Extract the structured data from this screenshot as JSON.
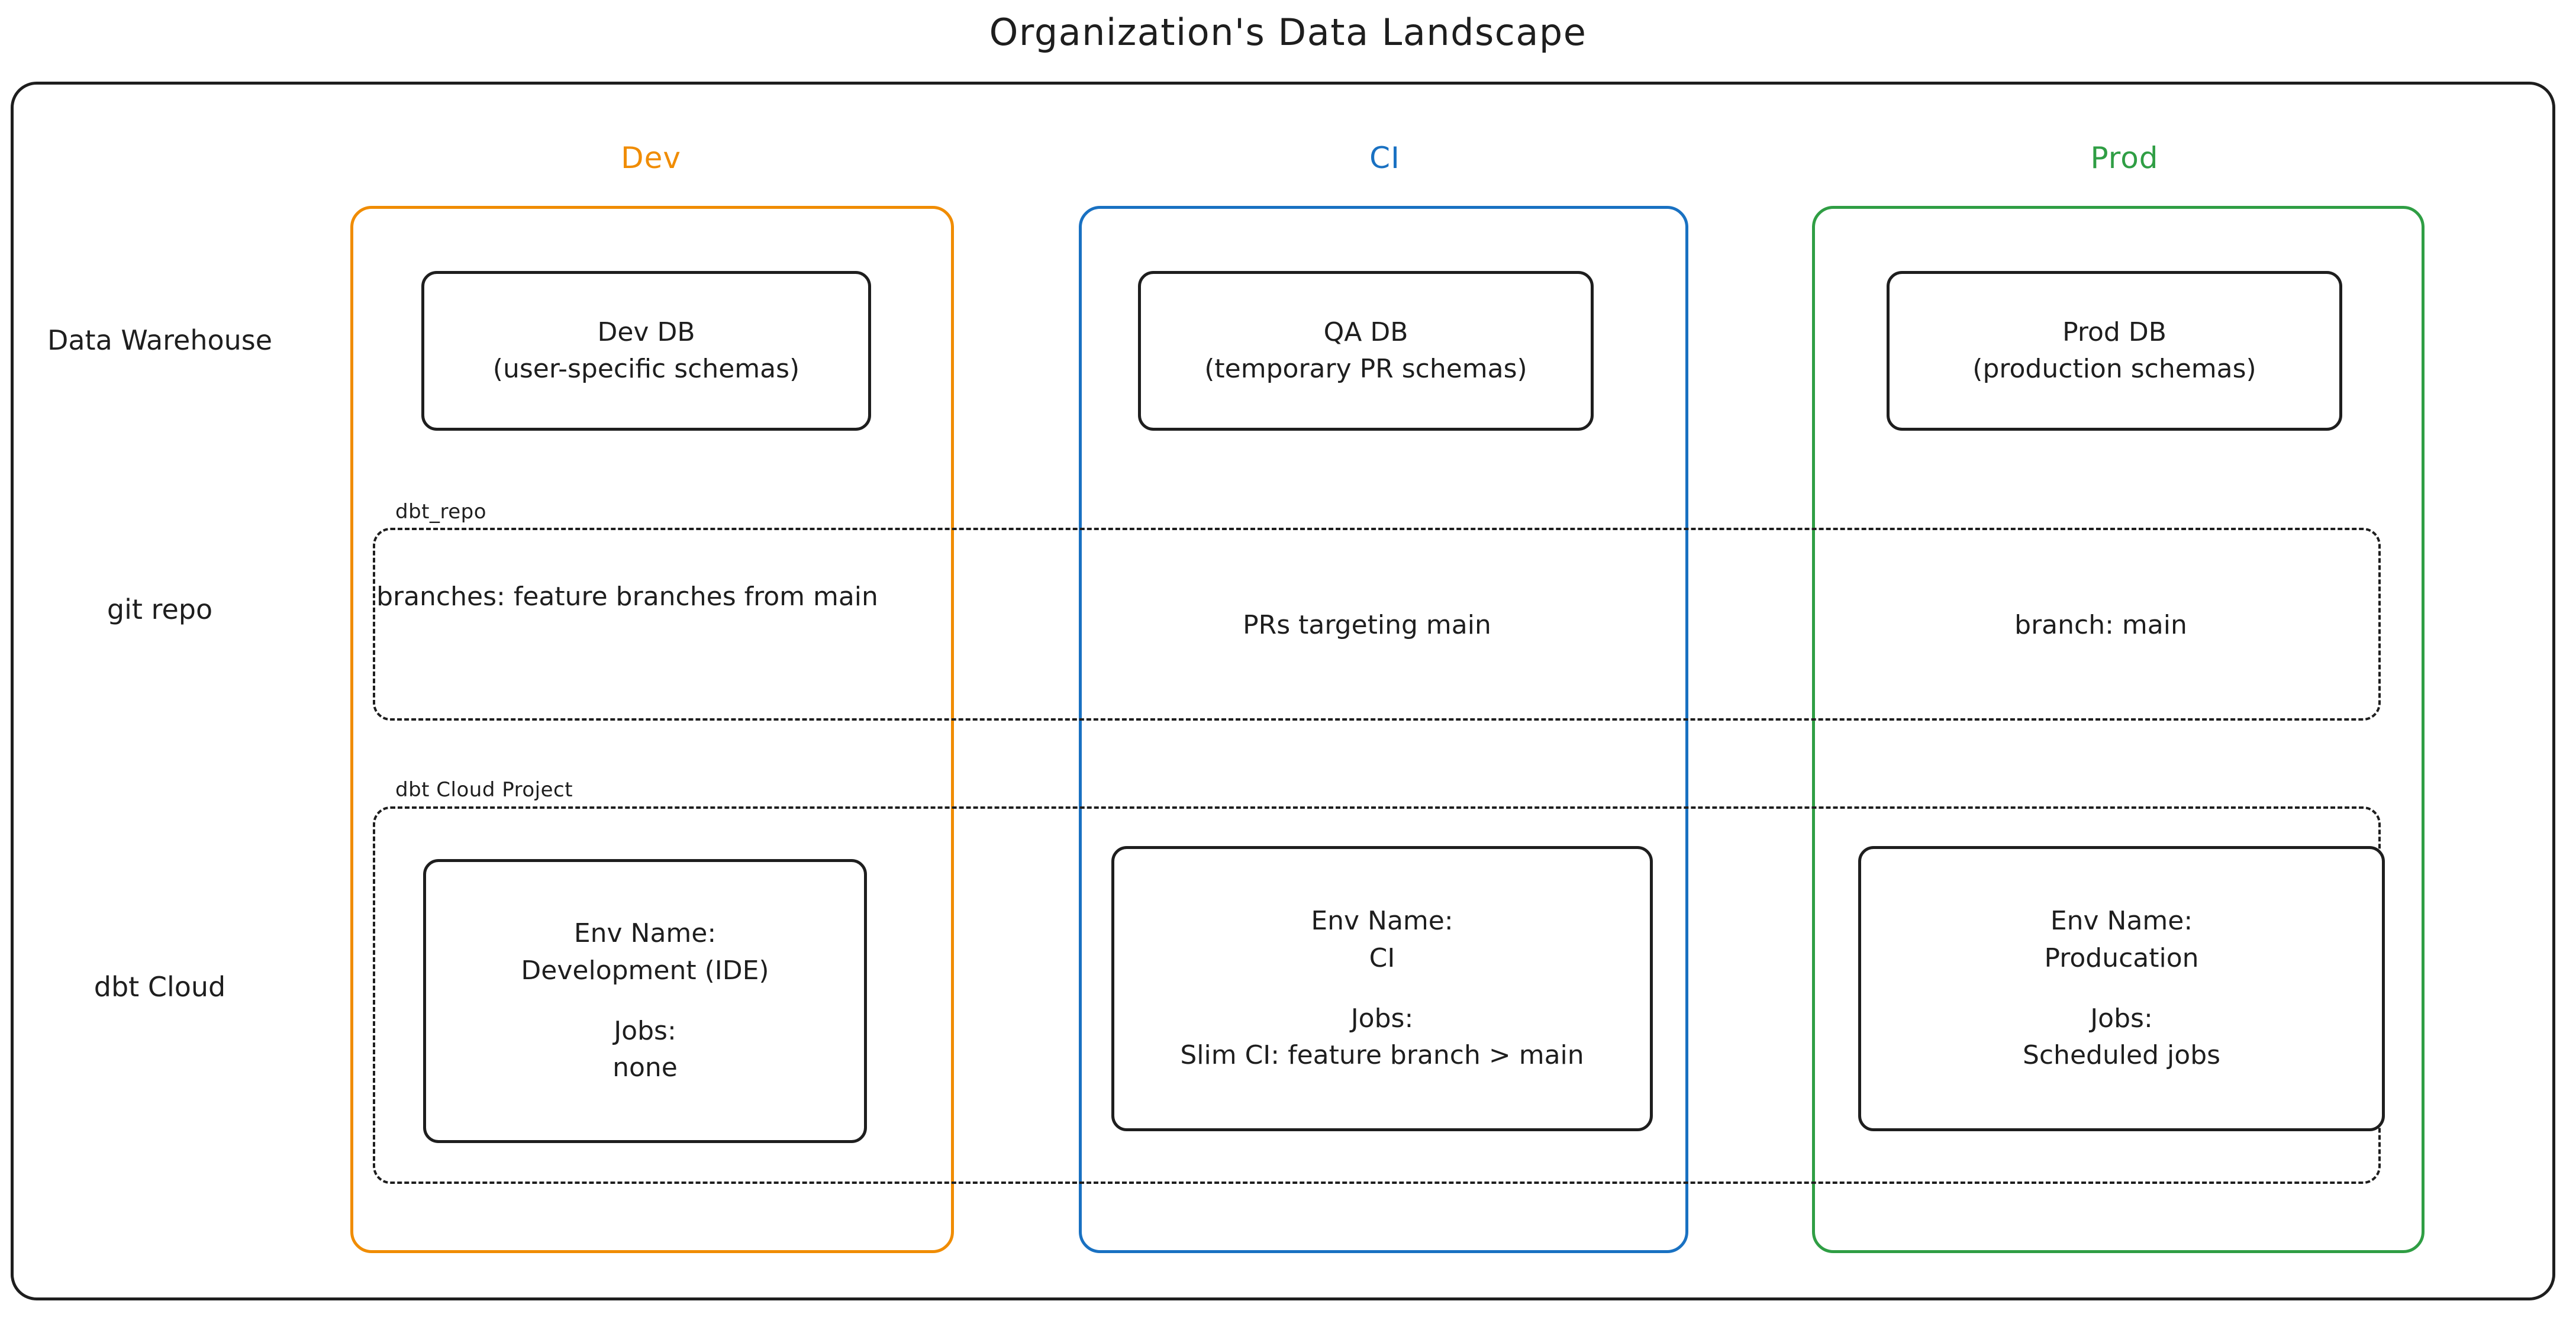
{
  "title": "Organization's Data Landscape",
  "colors": {
    "dev": "#f08c00",
    "ci": "#1971c2",
    "prod": "#2f9e44",
    "ink": "#1e1e1e",
    "background": "#ffffff"
  },
  "columns": [
    {
      "key": "dev",
      "label": "Dev",
      "color": "#f08c00"
    },
    {
      "key": "ci",
      "label": "CI",
      "color": "#1971c2"
    },
    {
      "key": "prod",
      "label": "Prod",
      "color": "#2f9e44"
    }
  ],
  "rows": [
    {
      "key": "data_warehouse",
      "label_line1": "Data",
      "label_line2": "Warehouse"
    },
    {
      "key": "git_repo",
      "label_line1": "git repo",
      "label_line2": ""
    },
    {
      "key": "dbt_cloud",
      "label_line1": "dbt Cloud",
      "label_line2": ""
    }
  ],
  "row_labels": {
    "data_warehouse": "Data\nWarehouse",
    "git_repo": "git repo",
    "dbt_cloud": "dbt Cloud"
  },
  "band_captions": {
    "git_repo": "dbt_repo",
    "dbt_cloud": "dbt Cloud Project"
  },
  "cells": {
    "data_warehouse": {
      "dev": {
        "line1": "Dev DB",
        "line2": "(user-specific schemas)"
      },
      "ci": {
        "line1": "QA DB",
        "line2": "(temporary PR schemas)"
      },
      "prod": {
        "line1": "Prod DB",
        "line2": "(production schemas)"
      }
    },
    "git_repo": {
      "dev": {
        "line1": "branches:",
        "line2": "feature branches from main"
      },
      "ci": {
        "line1": "PRs targeting main",
        "line2": ""
      },
      "prod": {
        "line1": "branch: main",
        "line2": ""
      }
    },
    "dbt_cloud": {
      "dev": {
        "env_label": "Env Name:",
        "env_value": "Development (IDE)",
        "jobs_label": "Jobs:",
        "jobs_value": "none"
      },
      "ci": {
        "env_label": "Env Name:",
        "env_value": "CI",
        "jobs_label": "Jobs:",
        "jobs_value": "Slim CI: feature branch > main"
      },
      "prod": {
        "env_label": "Env Name:",
        "env_value": "Producation",
        "jobs_label": "Jobs:",
        "jobs_value": "Scheduled jobs"
      }
    }
  }
}
